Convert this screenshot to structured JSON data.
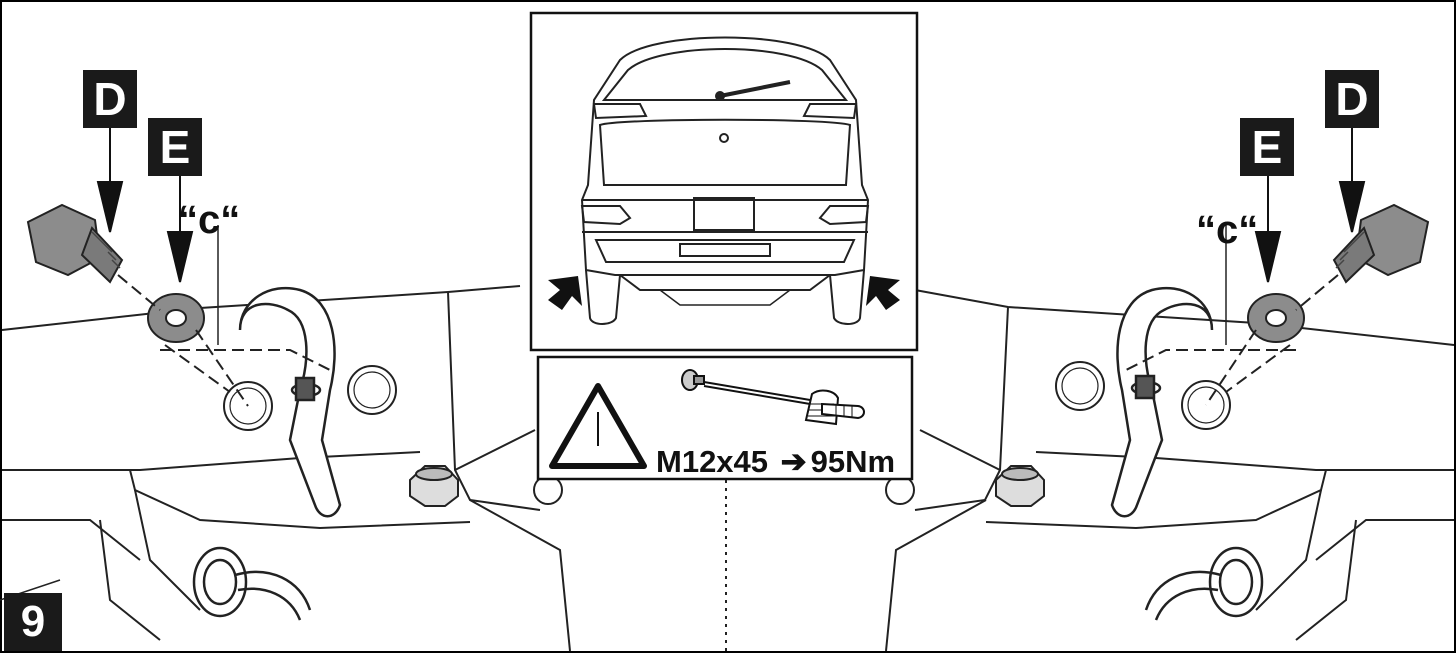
{
  "labels": {
    "bolt": "D",
    "washer": "E",
    "point": "“c“",
    "step": "9"
  },
  "torque_spec": {
    "bolt_size": "M12x45",
    "arrow": "➔",
    "torque": "95Nm"
  },
  "icons": {
    "warning": "warning-triangle-icon",
    "wrench": "torque-wrench-icon"
  },
  "colors": {
    "ink": "#1a1a1a",
    "line": "#222222",
    "bolt_fill": "#8c8c8c",
    "background": "#ffffff"
  }
}
